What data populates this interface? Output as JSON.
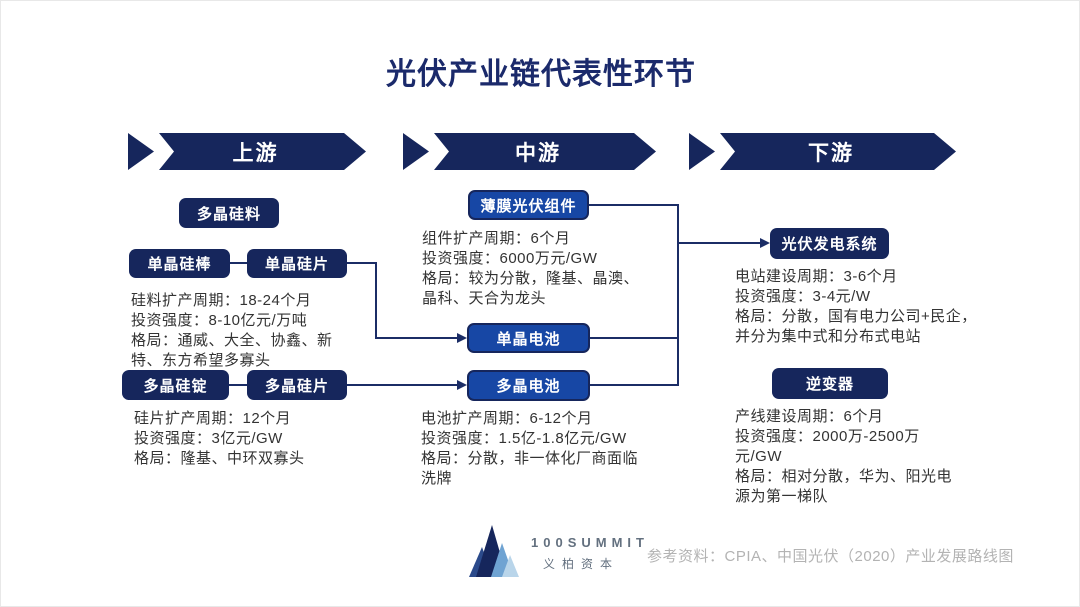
{
  "title": "光伏产业链代表性环节",
  "stages": {
    "upstream": "上游",
    "midstream": "中游",
    "downstream": "下游"
  },
  "nodes": {
    "poly_silicon": "多晶硅料",
    "mono_rod": "单晶硅棒",
    "mono_wafer": "单晶硅片",
    "poly_ingot": "多晶硅锭",
    "poly_wafer": "多晶硅片",
    "thin_film_module": "薄膜光伏组件",
    "mono_cell": "单晶电池",
    "poly_cell": "多晶电池",
    "pv_system": "光伏发电系统",
    "inverter": "逆变器"
  },
  "notes": {
    "silicon": [
      "硅料扩产周期：18-24个月",
      "投资强度：8-10亿元/万吨",
      "格局：通威、大全、协鑫、新特、东方希望多寡头"
    ],
    "wafer": [
      "硅片扩产周期：12个月",
      "投资强度：3亿元/GW",
      "格局：隆基、中环双寡头"
    ],
    "module": [
      "组件扩产周期：6个月",
      "投资强度：6000万元/GW",
      "格局：较为分散，隆基、晶澳、晶科、天合为龙头"
    ],
    "cell": [
      "电池扩产周期：6-12个月",
      "投资强度：1.5亿-1.8亿元/GW",
      "格局：分散，非一体化厂商面临洗牌"
    ],
    "power_station": [
      "电站建设周期：3-6个月",
      "投资强度：3-4元/W",
      "格局：分散，国有电力公司+民企，并分为集中式和分布式电站"
    ],
    "inverter": [
      "产线建设周期：6个月",
      "投资强度：2000万-2500万元/GW",
      "格局：相对分散，华为、阳光电源为第一梯队"
    ]
  },
  "footer": {
    "logo_name": "100SUMMIT",
    "logo_cn": "义柏资本",
    "reference": "参考资料：CPIA、中国光伏（2020）产业发展路线图"
  },
  "colors": {
    "navy_box": "#16265c",
    "blue_box": "#1747a5",
    "connector": "#1b2d66",
    "title_text": "#1b2a6b",
    "body_text": "#333333",
    "reference_text": "#b3b3b3",
    "logo_text": "#63707f"
  }
}
